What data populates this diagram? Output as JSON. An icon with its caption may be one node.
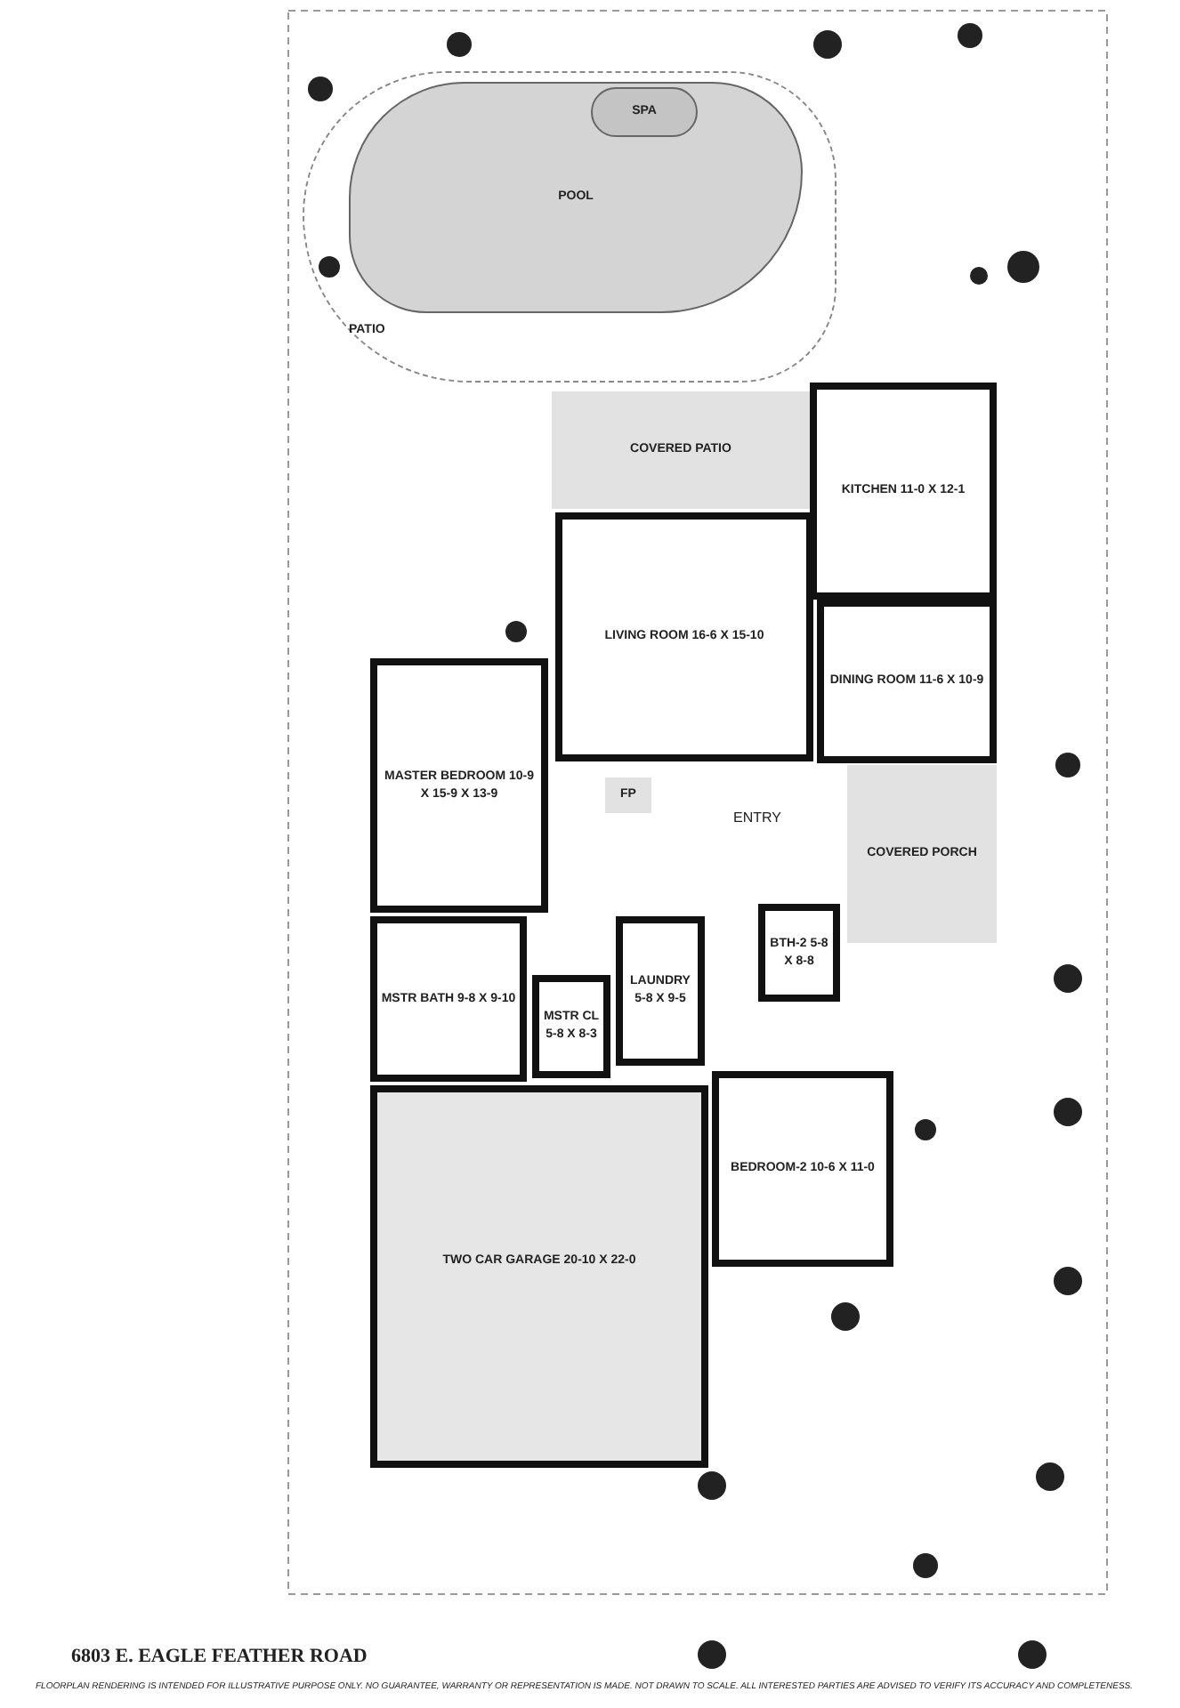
{
  "diagram": {
    "title": "6803 E. EAGLE FEATHER ROAD",
    "nodes": [
      {
        "text": [
          "PATIO"
        ]
      },
      {
        "text": [
          "POOL"
        ],
        "in": 0
      },
      {
        "text": [
          "SPA"
        ],
        "in": 1
      },
      {
        "text": [
          "COVERED PATIO"
        ]
      },
      {
        "text": [
          "KITCHEN 11-0 X 12-1"
        ]
      },
      {
        "text": [
          "LIVING ROOM 16-6 X 15-10"
        ]
      },
      {
        "text": [
          "DINING ROOM 11-6 X 10-9"
        ]
      },
      {
        "text": [
          "MASTER BEDROOM 10-9 X 15-9 X 13-9"
        ]
      },
      {
        "text": [
          "FP"
        ]
      },
      {
        "text": [
          "COVERED PORCH"
        ]
      },
      {
        "text": [
          "MSTR BATH 9-8 X 9-10"
        ]
      },
      {
        "text": [
          "MSTR CL 5-8 X 8-3"
        ]
      },
      {
        "text": [
          "LAUNDRY 5-8 X 9-5"
        ]
      },
      {
        "text": [
          "BTH-2 5-8 X 8-8"
        ]
      },
      {
        "text": [
          "BEDROOM-2 10-6 X 11-0"
        ]
      },
      {
        "text": [
          "TWO CAR GARAGE 20-10 X 22-0"
        ]
      }
    ],
    "edges": [],
    "labels": [
      "ENTRY",
      "FLOORPLAN RENDERING IS INTENDED FOR ILLUSTRATIVE PURPOSE ONLY. NO GUARANTEE, WARRANTY OR REPRESENTATION IS MADE. NOT DRAWN TO SCALE. ALL INTERESTED PARTIES ARE ADVISED TO VERIFY ITS ACCURACY AND COMPLETENESS."
    ]
  }
}
